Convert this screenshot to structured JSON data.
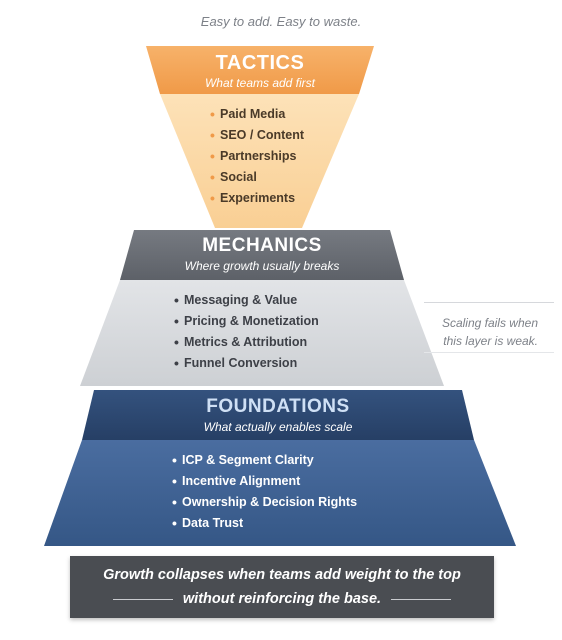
{
  "top_caption": "Easy to add. Easy to waste.",
  "tactics": {
    "title": "TACTICS",
    "subtitle": "What teams add first",
    "items": [
      "Paid Media",
      "SEO / Content",
      "Partnerships",
      "Social",
      "Experiments"
    ]
  },
  "mechanics": {
    "title": "MECHANICS",
    "subtitle": "Where growth usually breaks",
    "items": [
      "Messaging & Value",
      "Pricing & Monetization",
      "Metrics & Attribution",
      "Funnel Conversion"
    ]
  },
  "foundations": {
    "title": "FOUNDATIONS",
    "subtitle": "What actually enables scale",
    "items": [
      "ICP & Segment Clarity",
      "Incentive Alignment",
      "Ownership & Decision Rights",
      "Data Trust"
    ]
  },
  "side_note": {
    "line1": "Scaling fails when",
    "line2": "this layer is weak."
  },
  "banner": {
    "line1": "Growth collapses when teams add weight to the top",
    "line2": "without reinforcing the base."
  },
  "colors": {
    "tactics_header": "#f4a65c",
    "tactics_body": "#fbd8a6",
    "mechanics_header": "#6a6e75",
    "mechanics_body": "#d6d8dc",
    "foundations_header": "#2e4a73",
    "foundations_body": "#3f6295",
    "banner": "#4a4d52"
  }
}
